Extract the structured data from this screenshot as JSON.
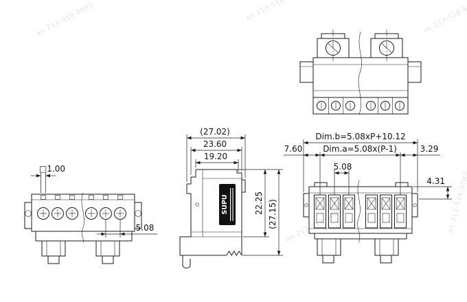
{
  "drawing": {
    "watermark": "an 213-518-50RS",
    "front_view": {
      "dim_square": "□1.00",
      "dim_pitch": "5.08"
    },
    "side_view": {
      "dim_overall": "(27.02)",
      "dim_mid": "23.60",
      "dim_inner": "19.20",
      "dim_height": "22.25",
      "dim_height_overall": "(27.15)",
      "brand": "SUPU"
    },
    "plug_view": {
      "dim_b": "Dim.b=5.08xP+10.12",
      "dim_left": "7.60",
      "dim_a": "Dim.a=5.08x(P-1)",
      "dim_right": "3.29",
      "dim_pitch": "5.08",
      "dim_top": "4.31"
    }
  }
}
